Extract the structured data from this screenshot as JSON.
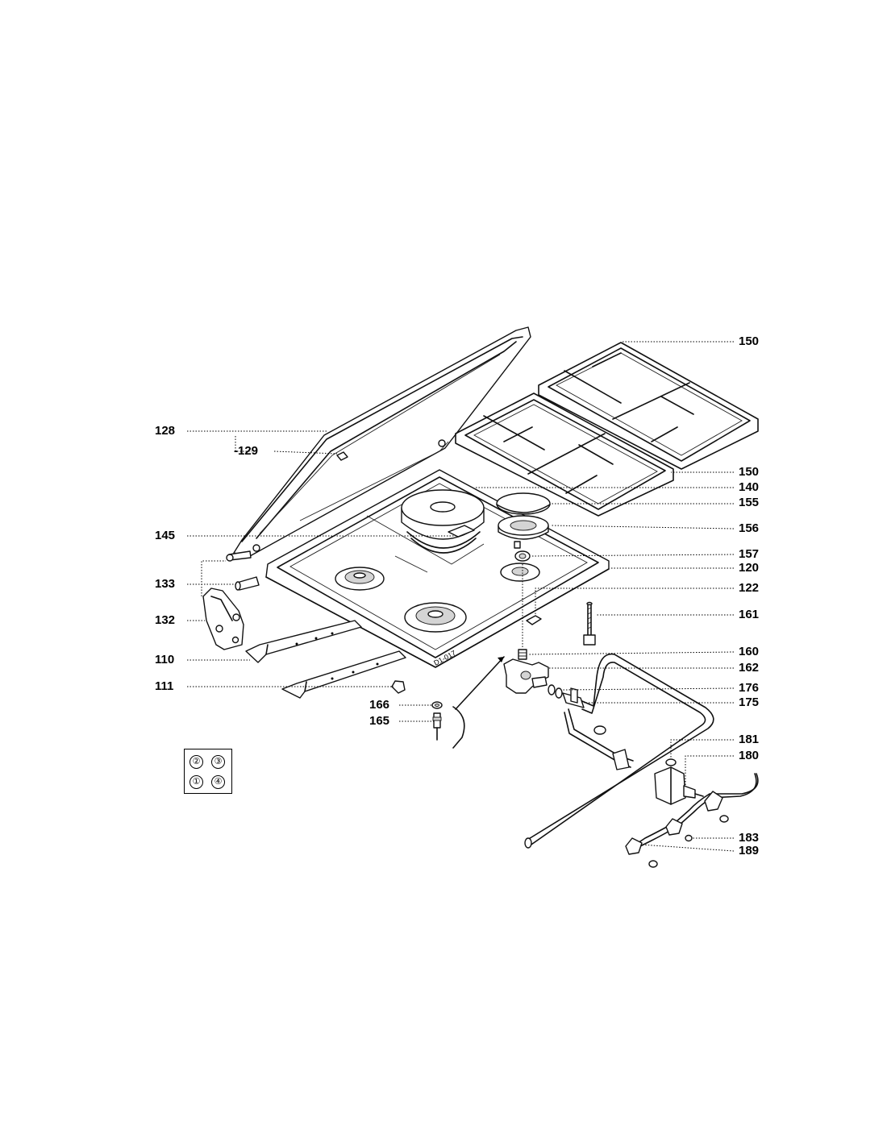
{
  "callouts": [
    {
      "id": "150a",
      "text": "150"
    },
    {
      "id": "128",
      "text": "128"
    },
    {
      "id": "129",
      "text": "-129"
    },
    {
      "id": "150b",
      "text": "150"
    },
    {
      "id": "140",
      "text": "140"
    },
    {
      "id": "155",
      "text": "155"
    },
    {
      "id": "145",
      "text": "145"
    },
    {
      "id": "156",
      "text": "156"
    },
    {
      "id": "157",
      "text": "157"
    },
    {
      "id": "133",
      "text": "133"
    },
    {
      "id": "120",
      "text": "120"
    },
    {
      "id": "122",
      "text": "122"
    },
    {
      "id": "132",
      "text": "132"
    },
    {
      "id": "161",
      "text": "161"
    },
    {
      "id": "160",
      "text": "160"
    },
    {
      "id": "110",
      "text": "110"
    },
    {
      "id": "162",
      "text": "162"
    },
    {
      "id": "111",
      "text": "111"
    },
    {
      "id": "176",
      "text": "176"
    },
    {
      "id": "166",
      "text": "166"
    },
    {
      "id": "175",
      "text": "175"
    },
    {
      "id": "165",
      "text": "165"
    },
    {
      "id": "181",
      "text": "181"
    },
    {
      "id": "180",
      "text": "180"
    },
    {
      "id": "183",
      "text": "183"
    },
    {
      "id": "189",
      "text": "189"
    }
  ],
  "burner_legend": [
    "②",
    "③",
    "①",
    "④"
  ],
  "panel_marking": "D1-017"
}
